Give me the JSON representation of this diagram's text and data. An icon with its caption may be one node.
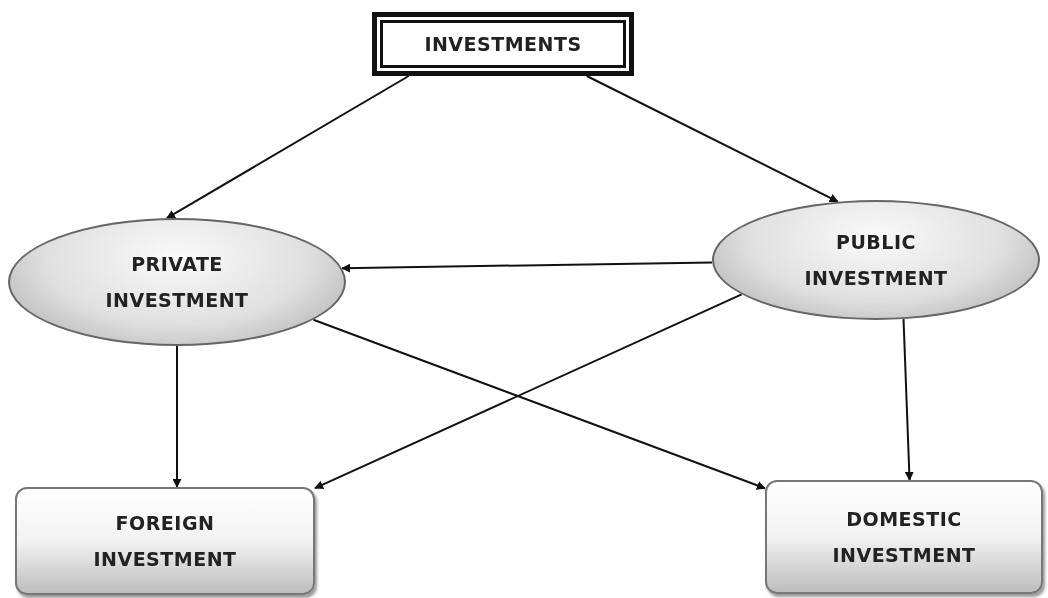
{
  "diagram": {
    "nodes": [
      {
        "text": [
          "INVESTMENTS"
        ]
      },
      {
        "text": [
          "PRIVATE INVESTMENT"
        ]
      },
      {
        "text": [
          "PUBLIC INVESTMENT"
        ]
      },
      {
        "text": [
          "FOREIGN INVESTMENT"
        ]
      },
      {
        "text": [
          "DOMESTIC INVESTMENT"
        ]
      }
    ],
    "edges": [
      {
        "from": 0,
        "to": 1,
        "arrow": "to"
      },
      {
        "from": 0,
        "to": 2,
        "arrow": "to"
      },
      {
        "from": 2,
        "to": 1,
        "arrow": "to"
      },
      {
        "from": 1,
        "to": 3,
        "arrow": "to"
      },
      {
        "from": 2,
        "to": 3,
        "arrow": "to"
      },
      {
        "from": 1,
        "to": 4,
        "arrow": "to"
      },
      {
        "from": 2,
        "to": 4,
        "arrow": "to"
      }
    ]
  }
}
